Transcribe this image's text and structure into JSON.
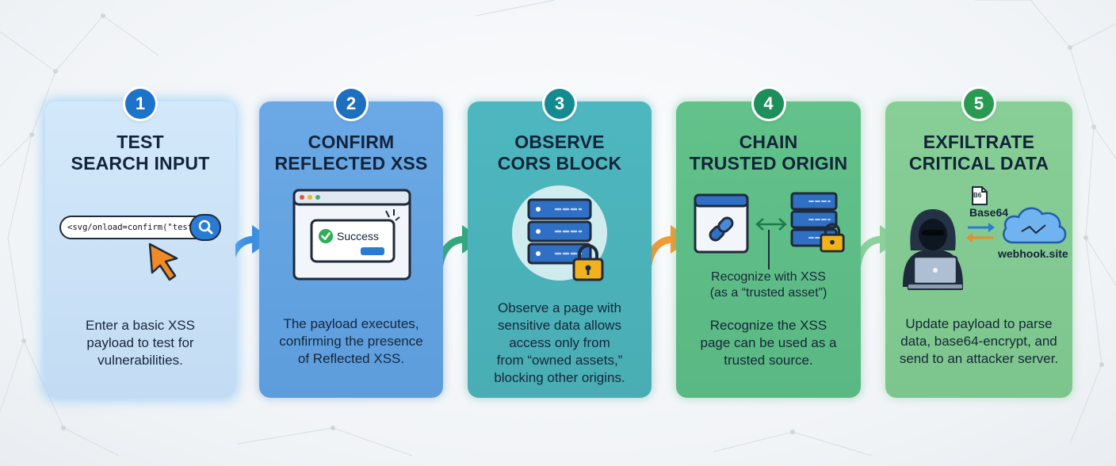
{
  "steps": [
    {
      "number": "1",
      "title_line1": "TEST",
      "title_line2": "SEARCH INPUT",
      "desc": [
        "Enter a basic XSS",
        "payload to test for",
        "vulnerabilities."
      ],
      "payload": "<svg/onload=confirm(\"test\")>"
    },
    {
      "number": "2",
      "title_line1": "CONFIRM",
      "title_line2": "REFLECTED XSS",
      "desc": [
        "The payload executes,",
        "confirming the presence",
        "of Reflected XSS."
      ],
      "popup_text": "Success"
    },
    {
      "number": "3",
      "title_line1": "OBSERVE",
      "title_line2": "CORS BLOCK",
      "desc": [
        "Observe a page with",
        "sensitive data allows",
        "access only from",
        "from “owned assets,”",
        "blocking other origins."
      ]
    },
    {
      "number": "4",
      "title_line1": "CHAIN",
      "title_line2": "TRUSTED ORIGIN",
      "callout": [
        "Recognize with XSS",
        "(as a “trusted asset”)"
      ],
      "desc": [
        "Recognize the XSS",
        "page can be used as a",
        "trusted source."
      ]
    },
    {
      "number": "5",
      "title_line1": "EXFILTRATE",
      "title_line2": "CRITICAL DATA",
      "file_icon_text": "B6",
      "encoding_label": "Base64",
      "server_label": "webhook.site",
      "desc": [
        "Update payload to parse",
        "data, base64-encrypt, and",
        "send to an attacker server."
      ]
    }
  ],
  "colors": {
    "step1": "#c8e1f6",
    "step2": "#63a3e1",
    "step3": "#4bb2b9",
    "step4": "#5ebd87",
    "step5": "#82ca92",
    "cursor_orange": "#f08a24",
    "lock_gold": "#f2b21d",
    "server_blue": "#2f6fc4"
  },
  "icons": [
    "magnifier-icon",
    "cursor-arrow-icon",
    "browser-window-icon",
    "checkmark-icon",
    "server-rack-icon",
    "padlock-icon",
    "chain-link-icon",
    "bidirectional-arrow-icon",
    "hacker-icon",
    "laptop-icon",
    "document-icon",
    "cloud-icon",
    "curved-arrow-icon"
  ]
}
